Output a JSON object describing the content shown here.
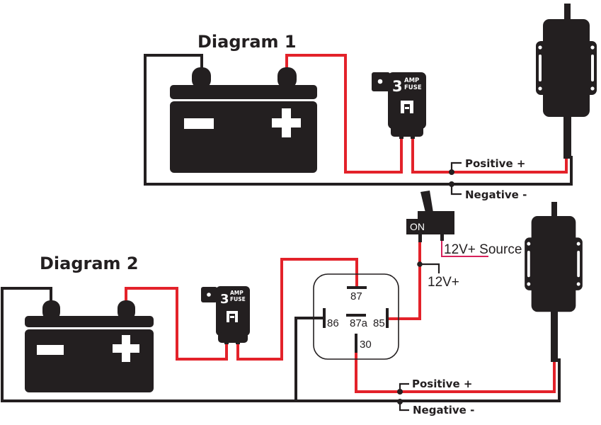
{
  "colors": {
    "positive_wire": "#e3222a",
    "negative_wire": "#231f20",
    "source_wire": "#d6215b",
    "component_fill": "#231f20",
    "background": "#ffffff"
  },
  "diagram1": {
    "title": "Diagram 1",
    "battery": {
      "minus_symbol": "-",
      "plus_symbol": "+"
    },
    "fuse": {
      "rating": "3",
      "unit": "AMP",
      "type": "FUSE"
    },
    "labels": {
      "positive": "Positive +",
      "negative": "Negative -"
    }
  },
  "diagram2": {
    "title": "Diagram 2",
    "battery": {
      "minus_symbol": "-",
      "plus_symbol": "+"
    },
    "fuse": {
      "rating": "3",
      "unit": "AMP",
      "type": "FUSE"
    },
    "switch": {
      "label": "ON",
      "source_label": "12V+ Source",
      "output_label": "12V+"
    },
    "relay": {
      "pins": {
        "p87": "87",
        "p86": "86",
        "p87a": "87a",
        "p85": "85",
        "p30": "30"
      }
    },
    "labels": {
      "positive": "Positive +",
      "negative": "Negative -"
    }
  }
}
